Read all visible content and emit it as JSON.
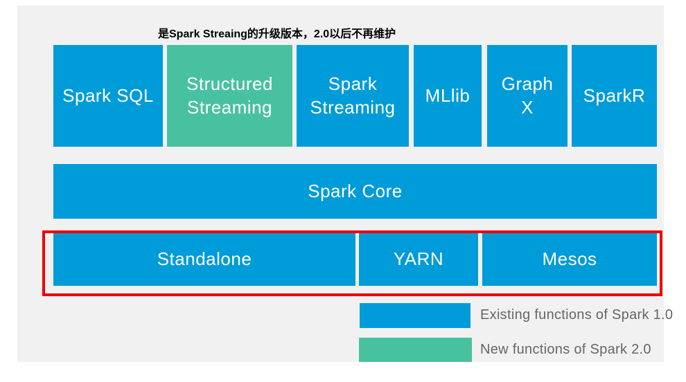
{
  "annotation": "是Spark Streaing的升级版本，2.0以后不再维护",
  "components": [
    {
      "label": "Spark SQL",
      "status": "existing"
    },
    {
      "label": "Structured Streaming",
      "status": "new"
    },
    {
      "label": "Spark Streaming",
      "status": "existing"
    },
    {
      "label": "MLlib",
      "status": "existing"
    },
    {
      "label": "Graph\nX",
      "status": "existing"
    },
    {
      "label": "SparkR",
      "status": "existing"
    }
  ],
  "core": {
    "label": "Spark Core"
  },
  "cluster_managers": [
    {
      "label": "Standalone"
    },
    {
      "label": "YARN"
    },
    {
      "label": "Mesos"
    }
  ],
  "legend": [
    {
      "color": "#009BD9",
      "label": "Existing functions of Spark 1.0"
    },
    {
      "color": "#48C1A0",
      "label": "New functions of Spark 2.0"
    }
  ],
  "colors": {
    "existing_blue": "#009BD9",
    "new_green": "#48C1A0",
    "highlight_red": "#EE0000",
    "panel_background": "#F1F1F2",
    "box_text": "#FFFFFF",
    "legend_text": "#666666",
    "annotation_text": "#000000"
  }
}
